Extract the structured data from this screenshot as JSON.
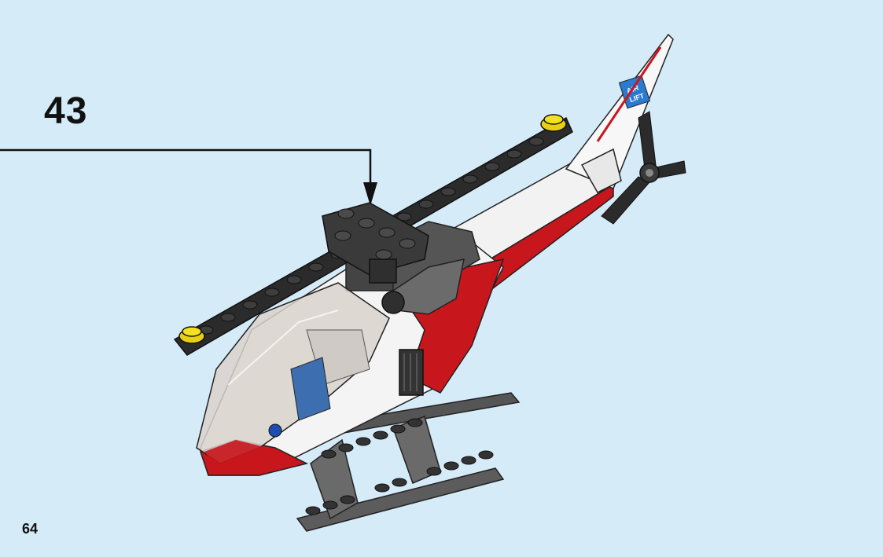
{
  "instruction_page": {
    "step_number": "43",
    "page_number": "64"
  },
  "tail_decal": {
    "line1": "AIR",
    "line2": "LIFT"
  },
  "colors": {
    "background": "#d5ebf8",
    "rotor_black": "#2b2b2b",
    "body_white": "#f4f4f4",
    "body_red": "#c8161d",
    "skid_gray": "#5f5f5f",
    "stud_yellow": "#f3e01f",
    "canopy_tint": "#d9d2cc"
  }
}
